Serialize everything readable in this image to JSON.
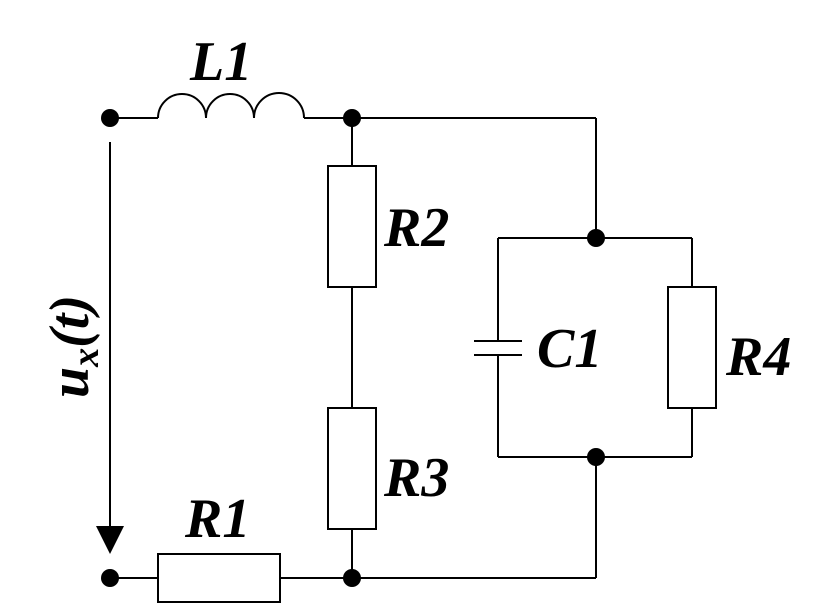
{
  "labels": {
    "inductor": "L1",
    "resistor1": "R1",
    "resistor2": "R2",
    "resistor3": "R3",
    "resistor4": "R4",
    "capacitor": "C1",
    "voltage_main": "u",
    "voltage_sub": "x",
    "voltage_arg": "(t)"
  }
}
